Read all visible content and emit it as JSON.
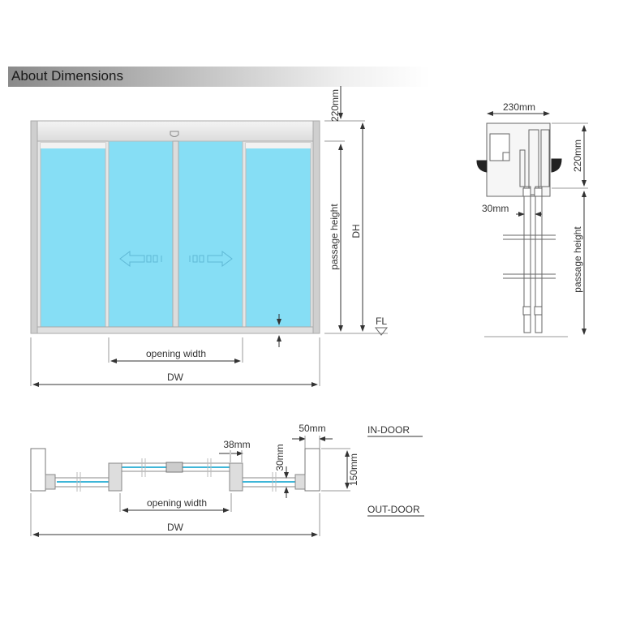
{
  "header": {
    "title": "About Dimensions"
  },
  "front_elevation": {
    "labels": {
      "header_height": "220mm",
      "passage_height": "passage height",
      "door_height": "DH",
      "floor_level": "FL",
      "opening_width": "opening width",
      "door_width": "DW"
    },
    "colors": {
      "glass": "#86def5",
      "frame": "#d8d8d8"
    }
  },
  "side_section": {
    "labels": {
      "width": "230mm",
      "header_height": "220mm",
      "leaf_thickness": "30mm",
      "passage_height": "passage height"
    }
  },
  "plan_view": {
    "labels": {
      "frame_depth": "38mm",
      "post_width": "50mm",
      "offset": "30mm",
      "post_depth": "150mm",
      "inside": "IN-DOOR",
      "outside": "OUT-DOOR",
      "opening_width": "opening width",
      "door_width": "DW"
    },
    "colors": {
      "glass_line": "#3fb6d8"
    }
  }
}
